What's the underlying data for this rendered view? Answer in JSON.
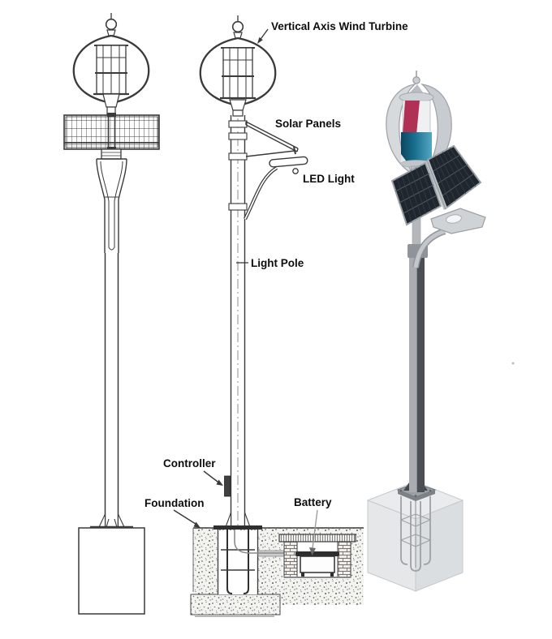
{
  "labels": {
    "vertical_axis_wind_turbine": "Vertical Axis Wind Turbine",
    "solar_panels": "Solar Panels",
    "led_light": "LED Light",
    "light_pole": "Light Pole",
    "controller": "Controller",
    "foundation": "Foundation",
    "battery": "Battery"
  },
  "colors": {
    "line_art": "#3a3a3a",
    "label_text": "#0d0d0d",
    "turbine_red": "#b03155",
    "turbine_blue_dark": "#0b4560",
    "turbine_blue": "#1a7292",
    "solar_panel_dark": "#20262e",
    "pole_gray_light": "#a9adb1",
    "pole_gray_dark": "#4b4f54",
    "concrete_gray": "#e9ebec"
  }
}
